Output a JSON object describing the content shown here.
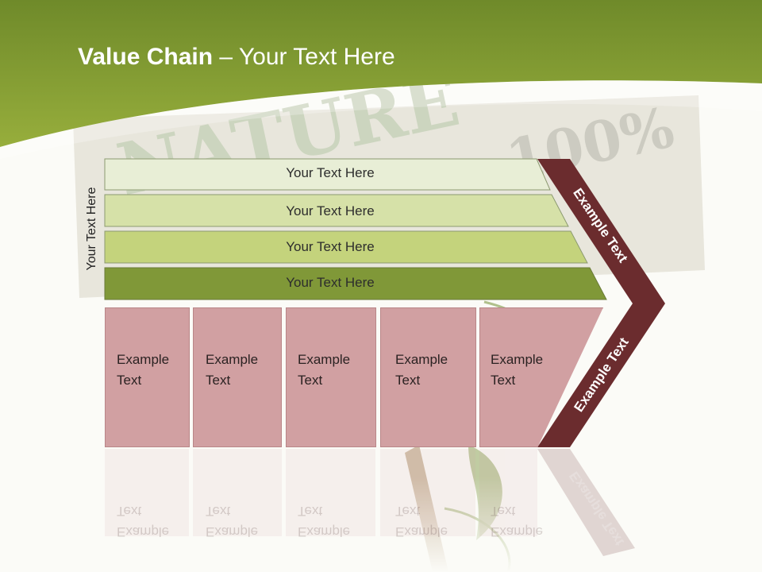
{
  "slide": {
    "title_bold": "Value Chain",
    "title_rest": " – Your Text Here",
    "side_label": "Your Text Here",
    "rows": [
      {
        "label": "Your Text Here"
      },
      {
        "label": "Your Text Here"
      },
      {
        "label": "Your Text Here"
      },
      {
        "label": "Your Text Here"
      }
    ],
    "boxes": [
      {
        "line1": "Example",
        "line2": "Text"
      },
      {
        "line1": "Example",
        "line2": "Text"
      },
      {
        "line1": "Example",
        "line2": "Text"
      },
      {
        "line1": "Example",
        "line2": "Text"
      },
      {
        "line1": "Example",
        "line2": "Text"
      }
    ],
    "chevron_top": "Example Text",
    "chevron_bottom": "Example Text"
  },
  "colors": {
    "header_green": "#8da534",
    "row1": "#e8eed6",
    "row2": "#d6e1a8",
    "row3": "#c4d37c",
    "row4": "#809838",
    "box": "#d1a0a2",
    "chevron": "#6b2c2e"
  }
}
